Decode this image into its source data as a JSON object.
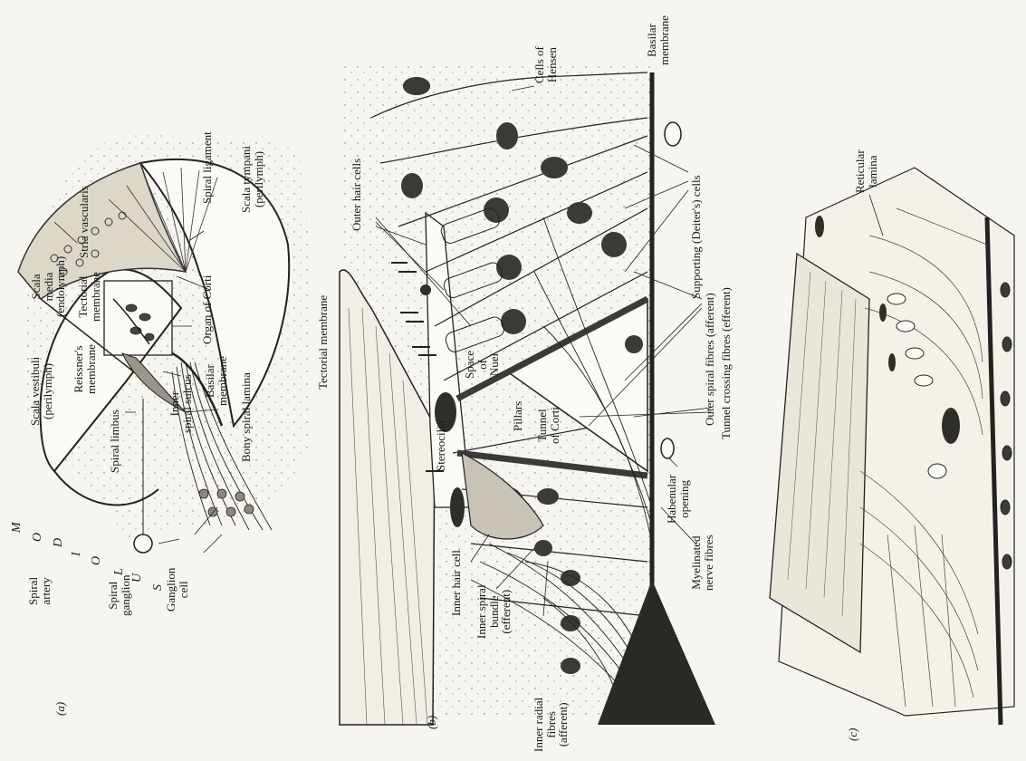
{
  "panels": {
    "a": {
      "tag": "(a)",
      "labels": {
        "stria_vascularis": "Stria vascularis",
        "spiral_ligament": "Spiral ligament",
        "scala_tympani_1": "Scala tympani",
        "scala_tympani_2": "(perilymph)",
        "scala_media_1": "Scala",
        "scala_media_2": "media",
        "scala_media_3": "(endolymph)",
        "tectorial_1": "Tectorial",
        "tectorial_2": "membrane",
        "organ_of_corti": "Organ of Corti",
        "scala_vestibuli_1": "Scala vestibuli",
        "scala_vestibuli_2": "(perilymph)",
        "reissner_1": "Reissner's",
        "reissner_2": "membrane",
        "spiral_limbus": "Spiral limbus",
        "inner_sulcus_1": "Inner",
        "inner_sulcus_2": "spiral sulcus",
        "basilar_1": "Basilar",
        "basilar_2": "membrane",
        "bony_lamina": "Bony spiral lamina",
        "spiral_artery_1": "Spiral",
        "spiral_artery_2": "artery",
        "spiral_ganglion_1": "Spiral",
        "spiral_ganglion_2": "ganglion",
        "ganglion_cell_1": "Ganglion",
        "ganglion_cell_2": "cell",
        "modiolus_letters": [
          "M",
          "O",
          "D",
          "I",
          "O",
          "L",
          "U",
          "S"
        ]
      }
    },
    "b": {
      "tag": "(b)",
      "labels": {
        "basilar_1": "Basilar",
        "basilar_2": "membrane",
        "hensen_1": "Cells of",
        "hensen_2": "Hensen",
        "outer_hair_cells": "Outer hair cells",
        "deiters": "Supporting (Deiter's) cells",
        "tectorial": "Tectorial membrane",
        "outer_spiral": "Outer spiral fibres (afferent)",
        "tunnel_crossing": "Tunnel crossing fibres (efferent)",
        "space_1": "Space",
        "space_2": "of",
        "space_3": "Nuel",
        "pillars": "Pillars",
        "tunnel_1": "Tunnel",
        "tunnel_2": "of Corti",
        "stereocilia": "Stereocilia",
        "habenular_1": "Habenular",
        "habenular_2": "opening",
        "myelinated_1": "Myelinated",
        "myelinated_2": "nerve fibres",
        "inner_hair_cell": "Inner hair cell",
        "inner_spiral_1": "Inner spiral",
        "inner_spiral_2": "bundle",
        "inner_spiral_3": "(efferent)",
        "inner_radial_1": "Inner radial",
        "inner_radial_2": "fibres",
        "inner_radial_3": "(afferent)"
      }
    },
    "c": {
      "tag": "(c)",
      "labels": {
        "reticular_1": "Reticular",
        "reticular_2": "lamina"
      }
    }
  }
}
